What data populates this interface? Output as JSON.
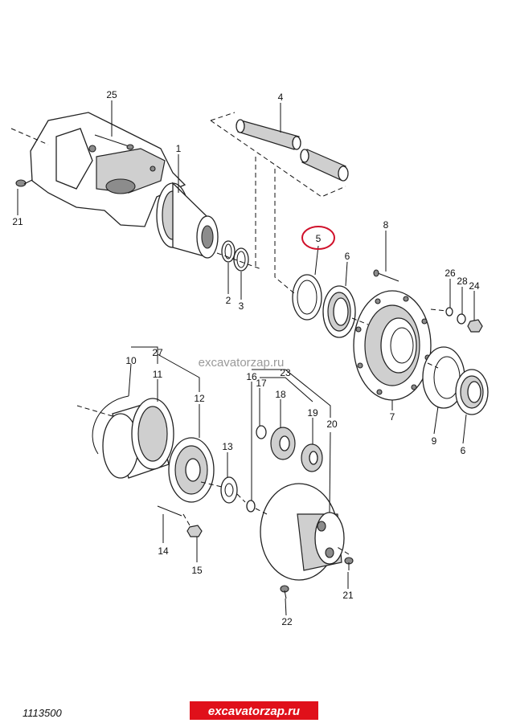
{
  "diagram": {
    "callouts": [
      {
        "id": "c25",
        "text": "25"
      },
      {
        "id": "c1",
        "text": "1"
      },
      {
        "id": "c4",
        "text": "4"
      },
      {
        "id": "c21a",
        "text": "21"
      },
      {
        "id": "c8",
        "text": "8"
      },
      {
        "id": "c5",
        "text": "5"
      },
      {
        "id": "c6a",
        "text": "6"
      },
      {
        "id": "c26",
        "text": "26"
      },
      {
        "id": "c28",
        "text": "28"
      },
      {
        "id": "c24",
        "text": "24"
      },
      {
        "id": "c2",
        "text": "2"
      },
      {
        "id": "c3",
        "text": "3"
      },
      {
        "id": "c27",
        "text": "27"
      },
      {
        "id": "c10",
        "text": "10"
      },
      {
        "id": "c11",
        "text": "11"
      },
      {
        "id": "c12",
        "text": "12"
      },
      {
        "id": "c16",
        "text": "16"
      },
      {
        "id": "c23",
        "text": "23"
      },
      {
        "id": "c17",
        "text": "17"
      },
      {
        "id": "c18",
        "text": "18"
      },
      {
        "id": "c19",
        "text": "19"
      },
      {
        "id": "c20",
        "text": "20"
      },
      {
        "id": "c7",
        "text": "7"
      },
      {
        "id": "c9",
        "text": "9"
      },
      {
        "id": "c6b",
        "text": "6"
      },
      {
        "id": "c13",
        "text": "13"
      },
      {
        "id": "c14",
        "text": "14"
      },
      {
        "id": "c15",
        "text": "15"
      },
      {
        "id": "c21b",
        "text": "21"
      },
      {
        "id": "c22",
        "text": "22"
      }
    ],
    "highlight_color": "#d0102a",
    "caption_code": "1113500",
    "watermark_center": "excavatorzap.ru",
    "watermark_badge": "excavatorzap.ru",
    "badge_color": "#e0101a"
  }
}
